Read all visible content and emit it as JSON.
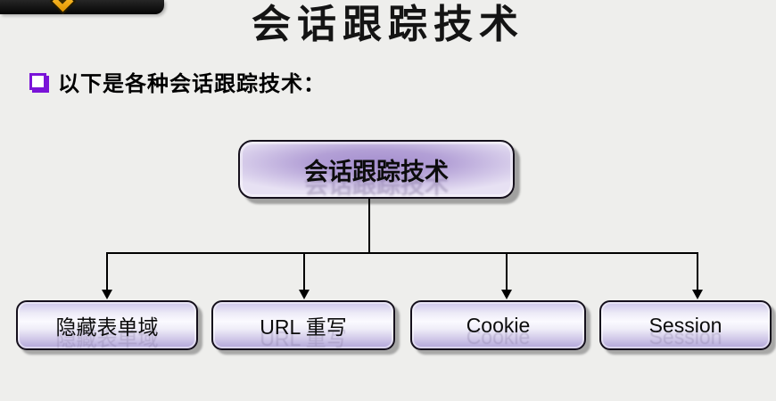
{
  "slide": {
    "title": "会话跟踪技术",
    "bullet_text": "以下是各种会话跟踪技术：",
    "diagram": {
      "root_label": "会话跟踪技术",
      "children": [
        "隐藏表单域",
        "URL 重写",
        "Cookie",
        "Session"
      ]
    },
    "icons": {
      "diamond_icon": "yellow-diamond-logo",
      "bullet_icon": "purple-shadowed-square-bullet"
    },
    "colors": {
      "background": "#eeeeec",
      "banner_black": "#0b0b0b",
      "diamond_yellow": "#f2ac19",
      "bullet_purple": "#7a14d8",
      "node_border": "#15101c",
      "root_fill_center": "#a58fcf",
      "root_fill_edge": "#e7e1f3",
      "child_fill_top": "#ccc4e8",
      "child_fill_middle": "#fbfaff",
      "child_fill_bottom": "#b0a4d8",
      "text_black": "#000000"
    }
  }
}
